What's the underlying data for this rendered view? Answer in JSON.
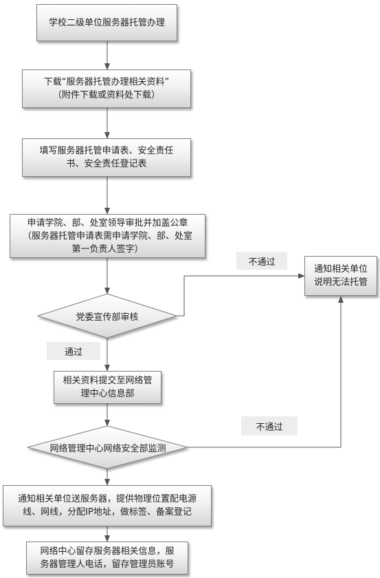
{
  "steps": {
    "step1": "学校二级单位服务器托管办理",
    "step2": [
      "下载“服务器托管办理相关资料”",
      "（附件下载或资料处下载）"
    ],
    "step3": [
      "填写服务器托管申请表、安全责任",
      "书、安全责任登记表"
    ],
    "step4": [
      "申请学院、部、处室领导审批并加盖公章",
      "（服务器托管申请表需申请学院、部、处室",
      "第一负责人签字）"
    ],
    "step5": "党委宣传部审核",
    "step6": [
      "相关资料提交至网络管",
      "理中心信息部"
    ],
    "step7": "网络管理中心网络安全部监测",
    "step8": [
      "通知相关单位送服务器，提供物理位置配电源",
      "线、网线，分配IP地址，做标签、备案登记"
    ],
    "step9": [
      "网络中心留存服务器相关信息，服",
      "务器管理人电话，留存管理员账号"
    ],
    "reject": [
      "通知相关单位",
      "说明无法托管"
    ]
  },
  "labels": {
    "fail1": "不通过",
    "pass": "通过",
    "fail2": "不通过"
  },
  "colors": {
    "line": "#555555",
    "border": "#7d7d7d"
  }
}
